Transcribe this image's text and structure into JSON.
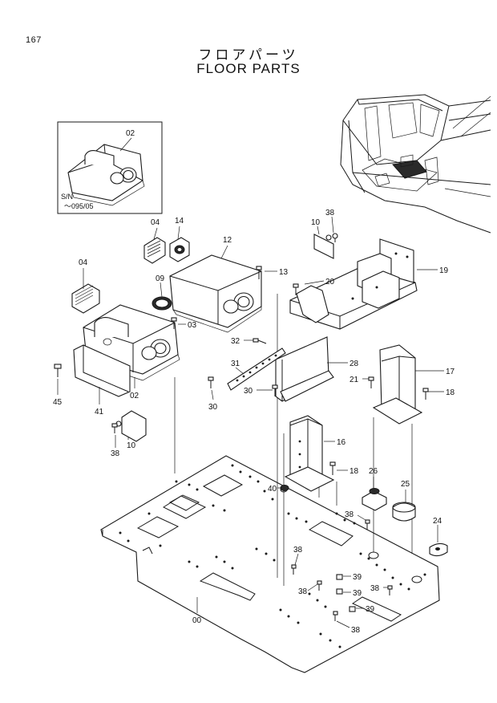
{
  "page": {
    "number": "167",
    "title_jp": "フロアパーツ",
    "title_en": "FLOOR PARTS"
  },
  "inset": {
    "sn_label": "S/N",
    "sn_range": "～095/05",
    "part": "02"
  },
  "callouts": {
    "c02_inset": "02",
    "c04a": "04",
    "c14": "14",
    "c12": "12",
    "c10a": "10",
    "c38a": "38",
    "c13": "13",
    "c19": "19",
    "c04b": "04",
    "c09": "09",
    "c20": "20",
    "c03": "03",
    "c32": "32",
    "c28": "28",
    "c31": "31",
    "c17": "17",
    "c21": "21",
    "c18a": "18",
    "c45": "45",
    "c02b": "02",
    "c30a": "30",
    "c30b": "30",
    "c41": "41",
    "c16": "16",
    "c10b": "10",
    "c38b": "38",
    "c18b": "18",
    "c26": "26",
    "c40": "40",
    "c25": "25",
    "c38c": "38",
    "c24": "24",
    "c38d": "38",
    "c39a": "39",
    "c38e": "38",
    "c39b": "39",
    "c38f": "38",
    "c39c": "39",
    "c38g": "38",
    "c00": "00"
  }
}
